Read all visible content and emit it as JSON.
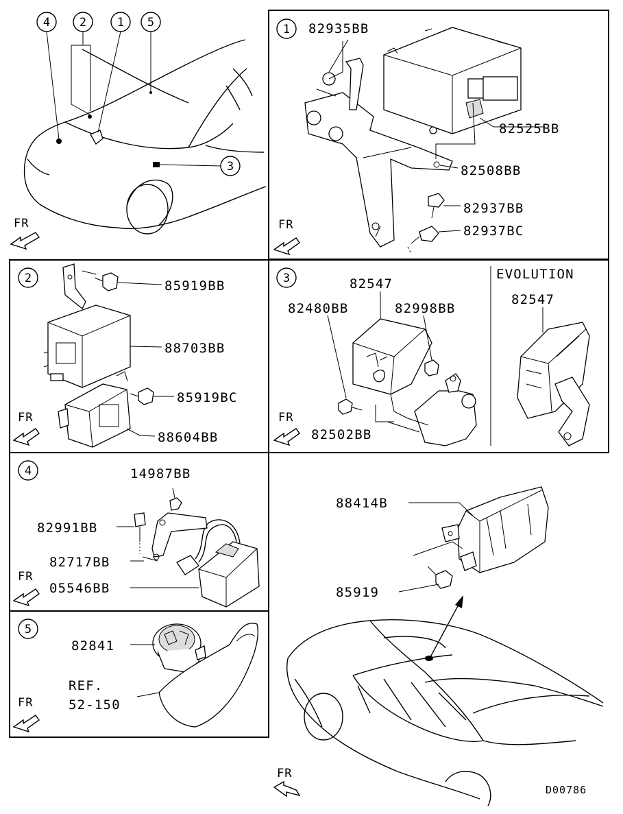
{
  "overview": {
    "callouts": [
      "4",
      "2",
      "1",
      "5",
      "3"
    ],
    "fr": "FR"
  },
  "panel1": {
    "number": "1",
    "parts": [
      "82935BB",
      "82525BB",
      "82508BB",
      "82937BB",
      "82937BC"
    ],
    "fr": "FR"
  },
  "panel2": {
    "number": "2",
    "parts": [
      "85919BB",
      "88703BB",
      "85919BC",
      "88604BB"
    ],
    "fr": "FR"
  },
  "panel3": {
    "number": "3",
    "parts": [
      "82547",
      "82480BB",
      "82998BB",
      "82502BB"
    ],
    "evolution_label": "EVOLUTION",
    "evolution_part": "82547",
    "fr": "FR"
  },
  "panel4": {
    "number": "4",
    "parts": [
      "14987BB",
      "82991BB",
      "82717BB",
      "05546BB"
    ],
    "fr": "FR"
  },
  "panel5": {
    "number": "5",
    "parts": [
      "82841"
    ],
    "ref_line1": "REF.",
    "ref_line2": "52-150",
    "fr": "FR"
  },
  "rear_view": {
    "parts": [
      "88414B",
      "85919"
    ],
    "fr": "FR"
  },
  "diagram_code": "D00786"
}
